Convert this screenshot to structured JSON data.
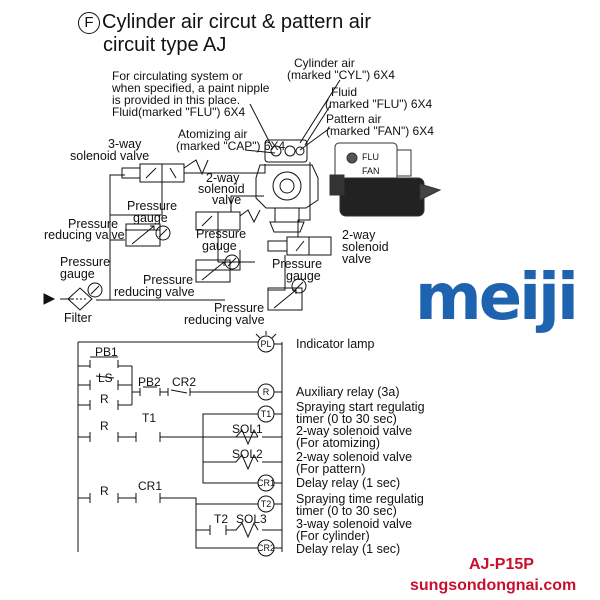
{
  "title": {
    "badge": "F",
    "line1": "Cylinder air circut & pattern air",
    "line2": "circuit type AJ"
  },
  "pneumatic_labels": {
    "circulating_note_1": "For circulating system or",
    "circulating_note_2": "when specified, a paint nipple",
    "circulating_note_3": "is provided in this place.",
    "circulating_note_4": "Fluid(marked \"FLU\") 6X4",
    "cylinder_air_1": "Cylinder air",
    "cylinder_air_2": "(marked \"CYL\") 6X4",
    "fluid_1": "Fluid",
    "fluid_2": "(marked \"FLU\") 6X4",
    "pattern_air_1": "Pattern air",
    "pattern_air_2": "(marked \"FAN\") 6X4",
    "atomizing_air_1": "Atomizing air",
    "atomizing_air_2": "(marked \"CAP\") 6X4",
    "three_way_1": "3-way",
    "three_way_2": "solenoid valve",
    "two_way_a_1": "2-way",
    "two_way_a_2": "solenoid",
    "two_way_a_3": "valve",
    "two_way_b_1": "2-way",
    "two_way_b_2": "solenoid",
    "two_way_b_3": "valve",
    "pg1_1": "Pressure",
    "pg1_2": "gauge",
    "prv1_1": "Pressure",
    "prv1_2": "reducing valve",
    "pg2_1": "Pressure",
    "pg2_2": "gauge",
    "pg3_1": "Pressure",
    "pg3_2": "gauge",
    "prv2_1": "Pressure",
    "prv2_2": "reducing valve",
    "pg4_1": "Pressure",
    "pg4_2": "gauge",
    "prv3_1": "Pressure",
    "prv3_2": "reducing valve",
    "filter": "Filter",
    "gun_flu": "FLU",
    "gun_fan": "FAN"
  },
  "electric_labels": {
    "PB1": "PB1",
    "LS": "LS",
    "R1": "R",
    "R2": "R",
    "R3": "R",
    "PB2": "PB2",
    "CR2": "CR2",
    "T1": "T1",
    "T2": "T2",
    "CR1": "CR1",
    "SOL1": "SOL1",
    "SOL2": "SOL2",
    "SOL3": "SOL3",
    "PL": "PL",
    "R_coil": "R",
    "T1_coil": "T1",
    "CR1_coil": "CR1",
    "T2_coil": "T2",
    "CR2_coil": "CR2"
  },
  "legend": {
    "indicator": "Indicator lamp",
    "aux_relay": "Auxiliary relay (3a)",
    "spray_start_1": "Spraying start regulatig",
    "spray_start_2": "timer (0 to 30 sec)",
    "sol_atom_1": "2-way solenoid valve",
    "sol_atom_2": "(For atomizing)",
    "sol_pat_1": "2-way solenoid valve",
    "sol_pat_2": "(For pattern)",
    "delay1": "Delay relay (1 sec)",
    "spray_time_1": "Spraying time regulatig",
    "spray_time_2": "timer (0 to 30 sec)",
    "sol_cyl_1": "3-way solenoid valve",
    "sol_cyl_2": "(For cylinder)",
    "delay2": "Delay relay (1 sec)"
  },
  "brand": {
    "logo": "meiji",
    "model": "AJ-P15P",
    "site": "sungsondongnai.com",
    "logo_color": "#1d63b0",
    "accent_color": "#c8102e"
  }
}
